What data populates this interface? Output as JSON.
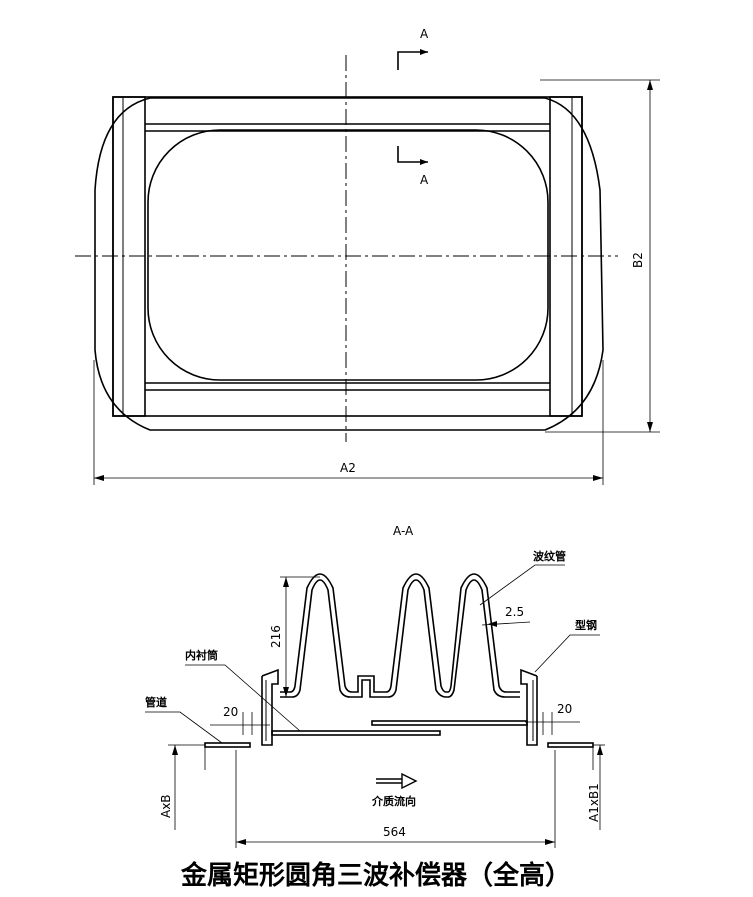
{
  "title": "金属矩形圆角三波补偿器（全高）",
  "labels": {
    "section_mark": "A",
    "section_title": "A-A",
    "width_dim": "A2",
    "height_dim": "B2",
    "bellows": "波纹管",
    "thickness": "2.5",
    "steel_section": "型钢",
    "inner_liner": "内衬筒",
    "pipe": "管道",
    "wave_height": "216",
    "flange_left": "20",
    "flange_right": "20",
    "left_size": "AxB",
    "right_size": "A1xB1",
    "flow": "介质流向",
    "length": "564"
  }
}
